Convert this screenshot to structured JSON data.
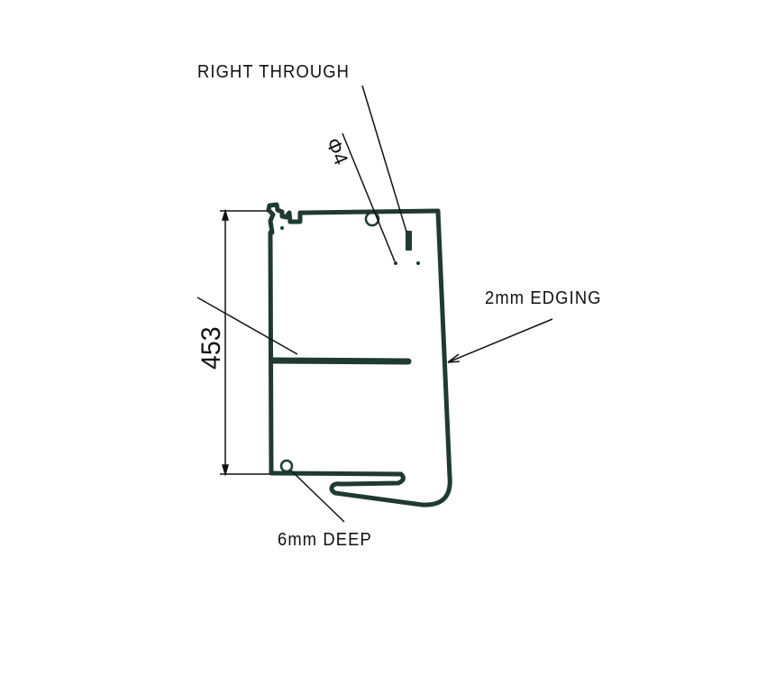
{
  "drawing": {
    "type": "extrusion profile cross-section",
    "colors": {
      "background": "#ffffff",
      "profile": "#1f3a32",
      "annotation_line": "#111111",
      "text": "#111111"
    }
  },
  "annotations": {
    "right_through": "RIGHT THROUGH",
    "hole_diameter": "Φ4",
    "edging": "2mm  EDGING",
    "depth": "6mm  DEEP"
  },
  "dimensions": {
    "height": "453"
  }
}
